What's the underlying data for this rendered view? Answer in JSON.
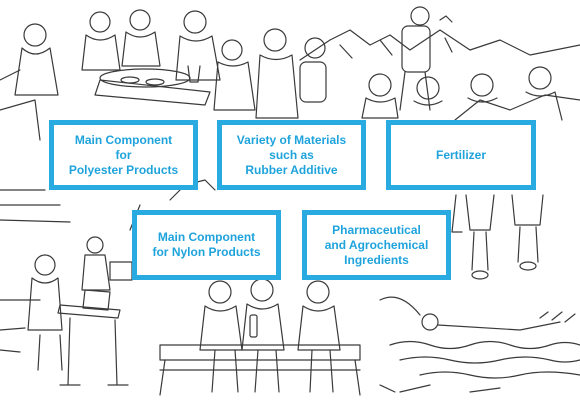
{
  "colors": {
    "accent": "#29abe2",
    "label_text": "#1fa3dc",
    "line_art": "#3a3a3a",
    "background": "#ffffff"
  },
  "labels": {
    "polyester": "Main Component\nfor\nPolyester Products",
    "rubber": "Variety of Materials\nsuch as\nRubber Additive",
    "fertilizer": "Fertilizer",
    "nylon": "Main Component\nfor Nylon Products",
    "pharma": "Pharmaceutical\nand Agrochemical\nIngredients"
  }
}
